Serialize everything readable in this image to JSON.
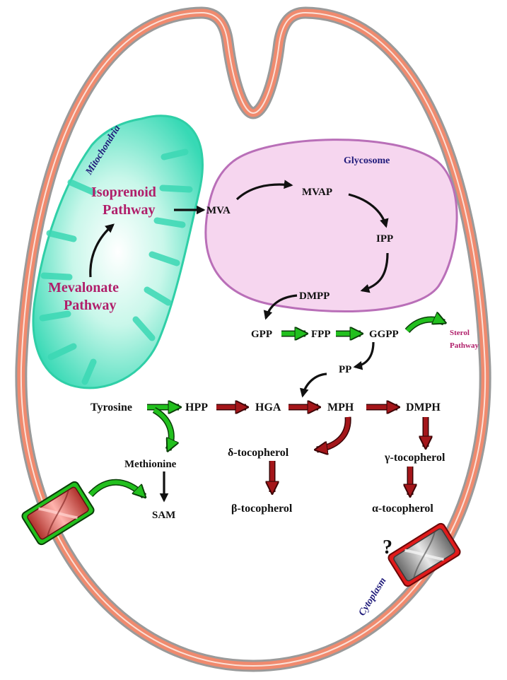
{
  "organelles": {
    "mitochondria": "Mitochondria",
    "glycosome": "Glycosome",
    "cytoplasm": "Cytoplasm"
  },
  "pathways": {
    "isoprenoid_line1": "Isoprenoid",
    "isoprenoid_line2": "Pathway",
    "mevalonate_line1": "Mevalonate",
    "mevalonate_line2": "Pathway",
    "sterol_line1": "Sterol",
    "sterol_line2": "Pathway"
  },
  "metabolites": {
    "mva": "MVA",
    "mvap": "MVAP",
    "ipp": "IPP",
    "dmpp": "DMPP",
    "gpp": "GPP",
    "fpp": "FPP",
    "ggpp": "GGPP",
    "pp": "PP",
    "tyrosine": "Tyrosine",
    "hpp": "HPP",
    "hga": "HGA",
    "mph": "MPH",
    "dmph": "DMPH",
    "methionine": "Methionine",
    "sam": "SAM",
    "delta_tocopherol": "δ-tocopherol",
    "beta_tocopherol": "β-tocopherol",
    "gamma_tocopherol": "γ-tocopherol",
    "alpha_tocopherol": "α-tocopherol"
  },
  "unknown_transporter_mark": "?",
  "colors": {
    "membrane_orange": "#f08a6e",
    "membrane_gray": "#9a9a9a",
    "mitochondria": "#4fe0c0",
    "glycosome_fill": "#f6d6ef",
    "glycosome_border": "#b96fb8",
    "green_arrow": "#22c01e",
    "red_arrow": "#a4161a",
    "label_magenta": "#b01e6a",
    "label_navy": "#1f1a7a"
  }
}
